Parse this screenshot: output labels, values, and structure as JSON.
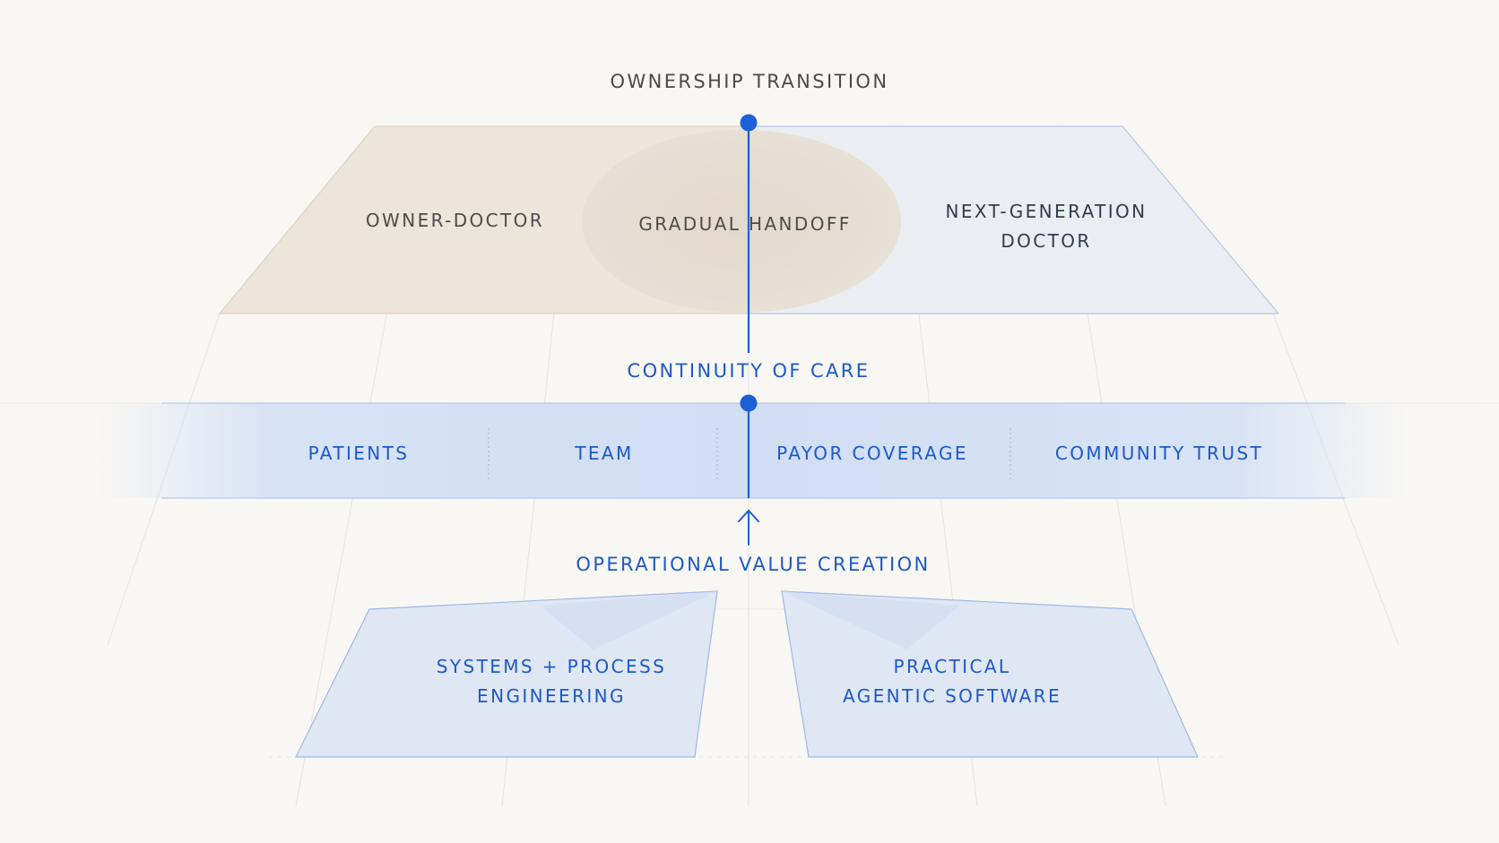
{
  "diagram": {
    "ownership": {
      "title": "OWNERSHIP TRANSITION",
      "left": "OWNER-DOCTOR",
      "center": "GRADUAL HANDOFF",
      "right_line1": "NEXT-GENERATION",
      "right_line2": "DOCTOR"
    },
    "continuity": {
      "title": "CONTINUITY OF CARE",
      "items": [
        {
          "label": "PATIENTS"
        },
        {
          "label": "TEAM"
        },
        {
          "label": "PAYOR COVERAGE"
        },
        {
          "label": "COMMUNITY TRUST"
        }
      ]
    },
    "operational": {
      "title": "OPERATIONAL VALUE CREATION",
      "left_line1": "SYSTEMS + PROCESS",
      "left_line2": "ENGINEERING",
      "right_line1": "PRACTICAL",
      "right_line2": "AGENTIC SOFTWARE"
    },
    "colors": {
      "accent_blue": "#1d5fd6",
      "owner_tan": "#ece4d9",
      "next_gen_gray": "#e9ecf1",
      "band_blue": "#d4e1f5"
    }
  }
}
